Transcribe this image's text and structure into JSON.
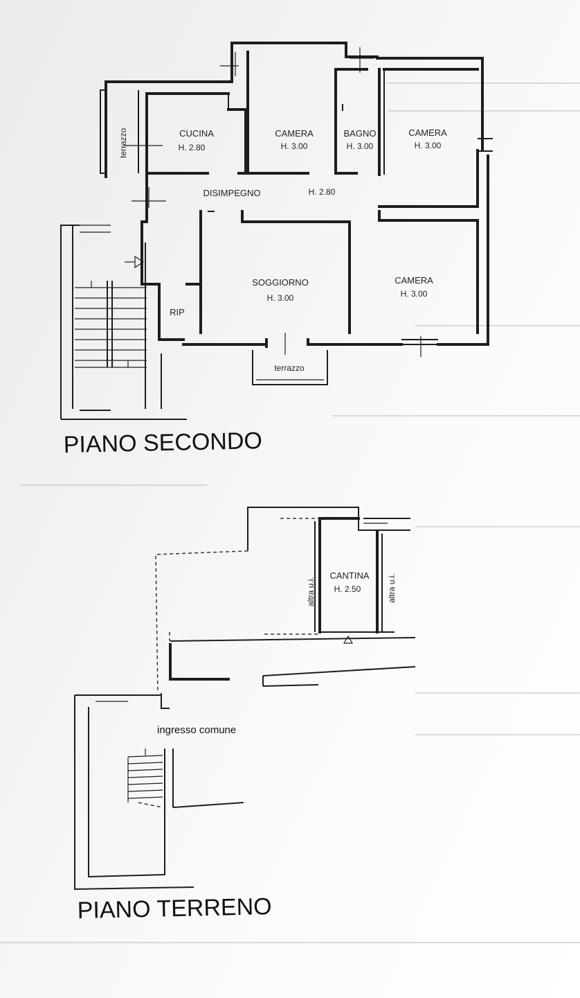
{
  "floors": [
    {
      "title": "PIANO SECONDO",
      "rooms": [
        {
          "name": "CUCINA",
          "height": "H. 2.80"
        },
        {
          "name": "CAMERA",
          "height": "H. 3.00"
        },
        {
          "name": "BAGNO",
          "height": "H. 3.00"
        },
        {
          "name": "CAMERA",
          "height": "H. 3.00"
        },
        {
          "name": "DISIMPEGNO",
          "height": "H. 2.80"
        },
        {
          "name": "SOGGIORNO",
          "height": "H. 3.00"
        },
        {
          "name": "CAMERA",
          "height": "H. 3.00"
        },
        {
          "name": "RIP",
          "height": ""
        }
      ],
      "terraces": [
        "terrazzo",
        "terrazzo"
      ]
    },
    {
      "title": "PIANO TERRENO",
      "rooms": [
        {
          "name": "CANTINA",
          "height": "H. 2.50"
        }
      ],
      "labels": [
        "altra u.i.",
        "altra u.i.",
        "ingresso comune"
      ]
    }
  ]
}
